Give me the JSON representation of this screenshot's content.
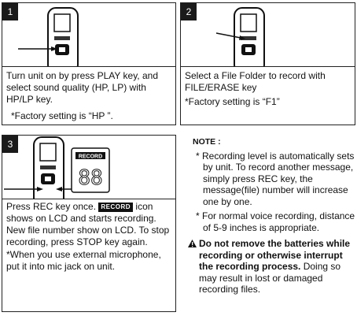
{
  "steps": [
    {
      "number": "1",
      "text": "Turn unit on by press PLAY key, and select sound quality (HP, LP) with HP/LP key.",
      "note": "*Factory setting is “HP ”."
    },
    {
      "number": "2",
      "text": "Select a File Folder to record with FILE/ERASE key",
      "note": "*Factory setting is “F1”"
    },
    {
      "number": "3",
      "text_before_icon": "Press REC key once.",
      "icon_label": "RECORD",
      "text_after_icon": "icon shows on LCD and starts  recording. New file  number show on LCD. To stop recording, press STOP key again.",
      "note": "*When you use external microphone, put it into  mic jack on unit.",
      "lcd_label": "RECORD",
      "lcd_digits": "88"
    }
  ],
  "note": {
    "heading": "NOTE :",
    "bullets": [
      "* Recording level is automatically sets by unit. To record another message, simply press REC key, the message(file) number  will increase one by one.",
      "* For  normal voice recording, distance of 5-9 inches is appropriate."
    ],
    "warning_bold": "Do not  remove the batteries while recording or otherwise interrupt the recording process.",
    "warning_rest": "Doing so may result in lost or damaged recording files."
  },
  "icons": [
    "warning-triangle-icon",
    "recorder-device",
    "lcd-display",
    "arrow-icon"
  ]
}
